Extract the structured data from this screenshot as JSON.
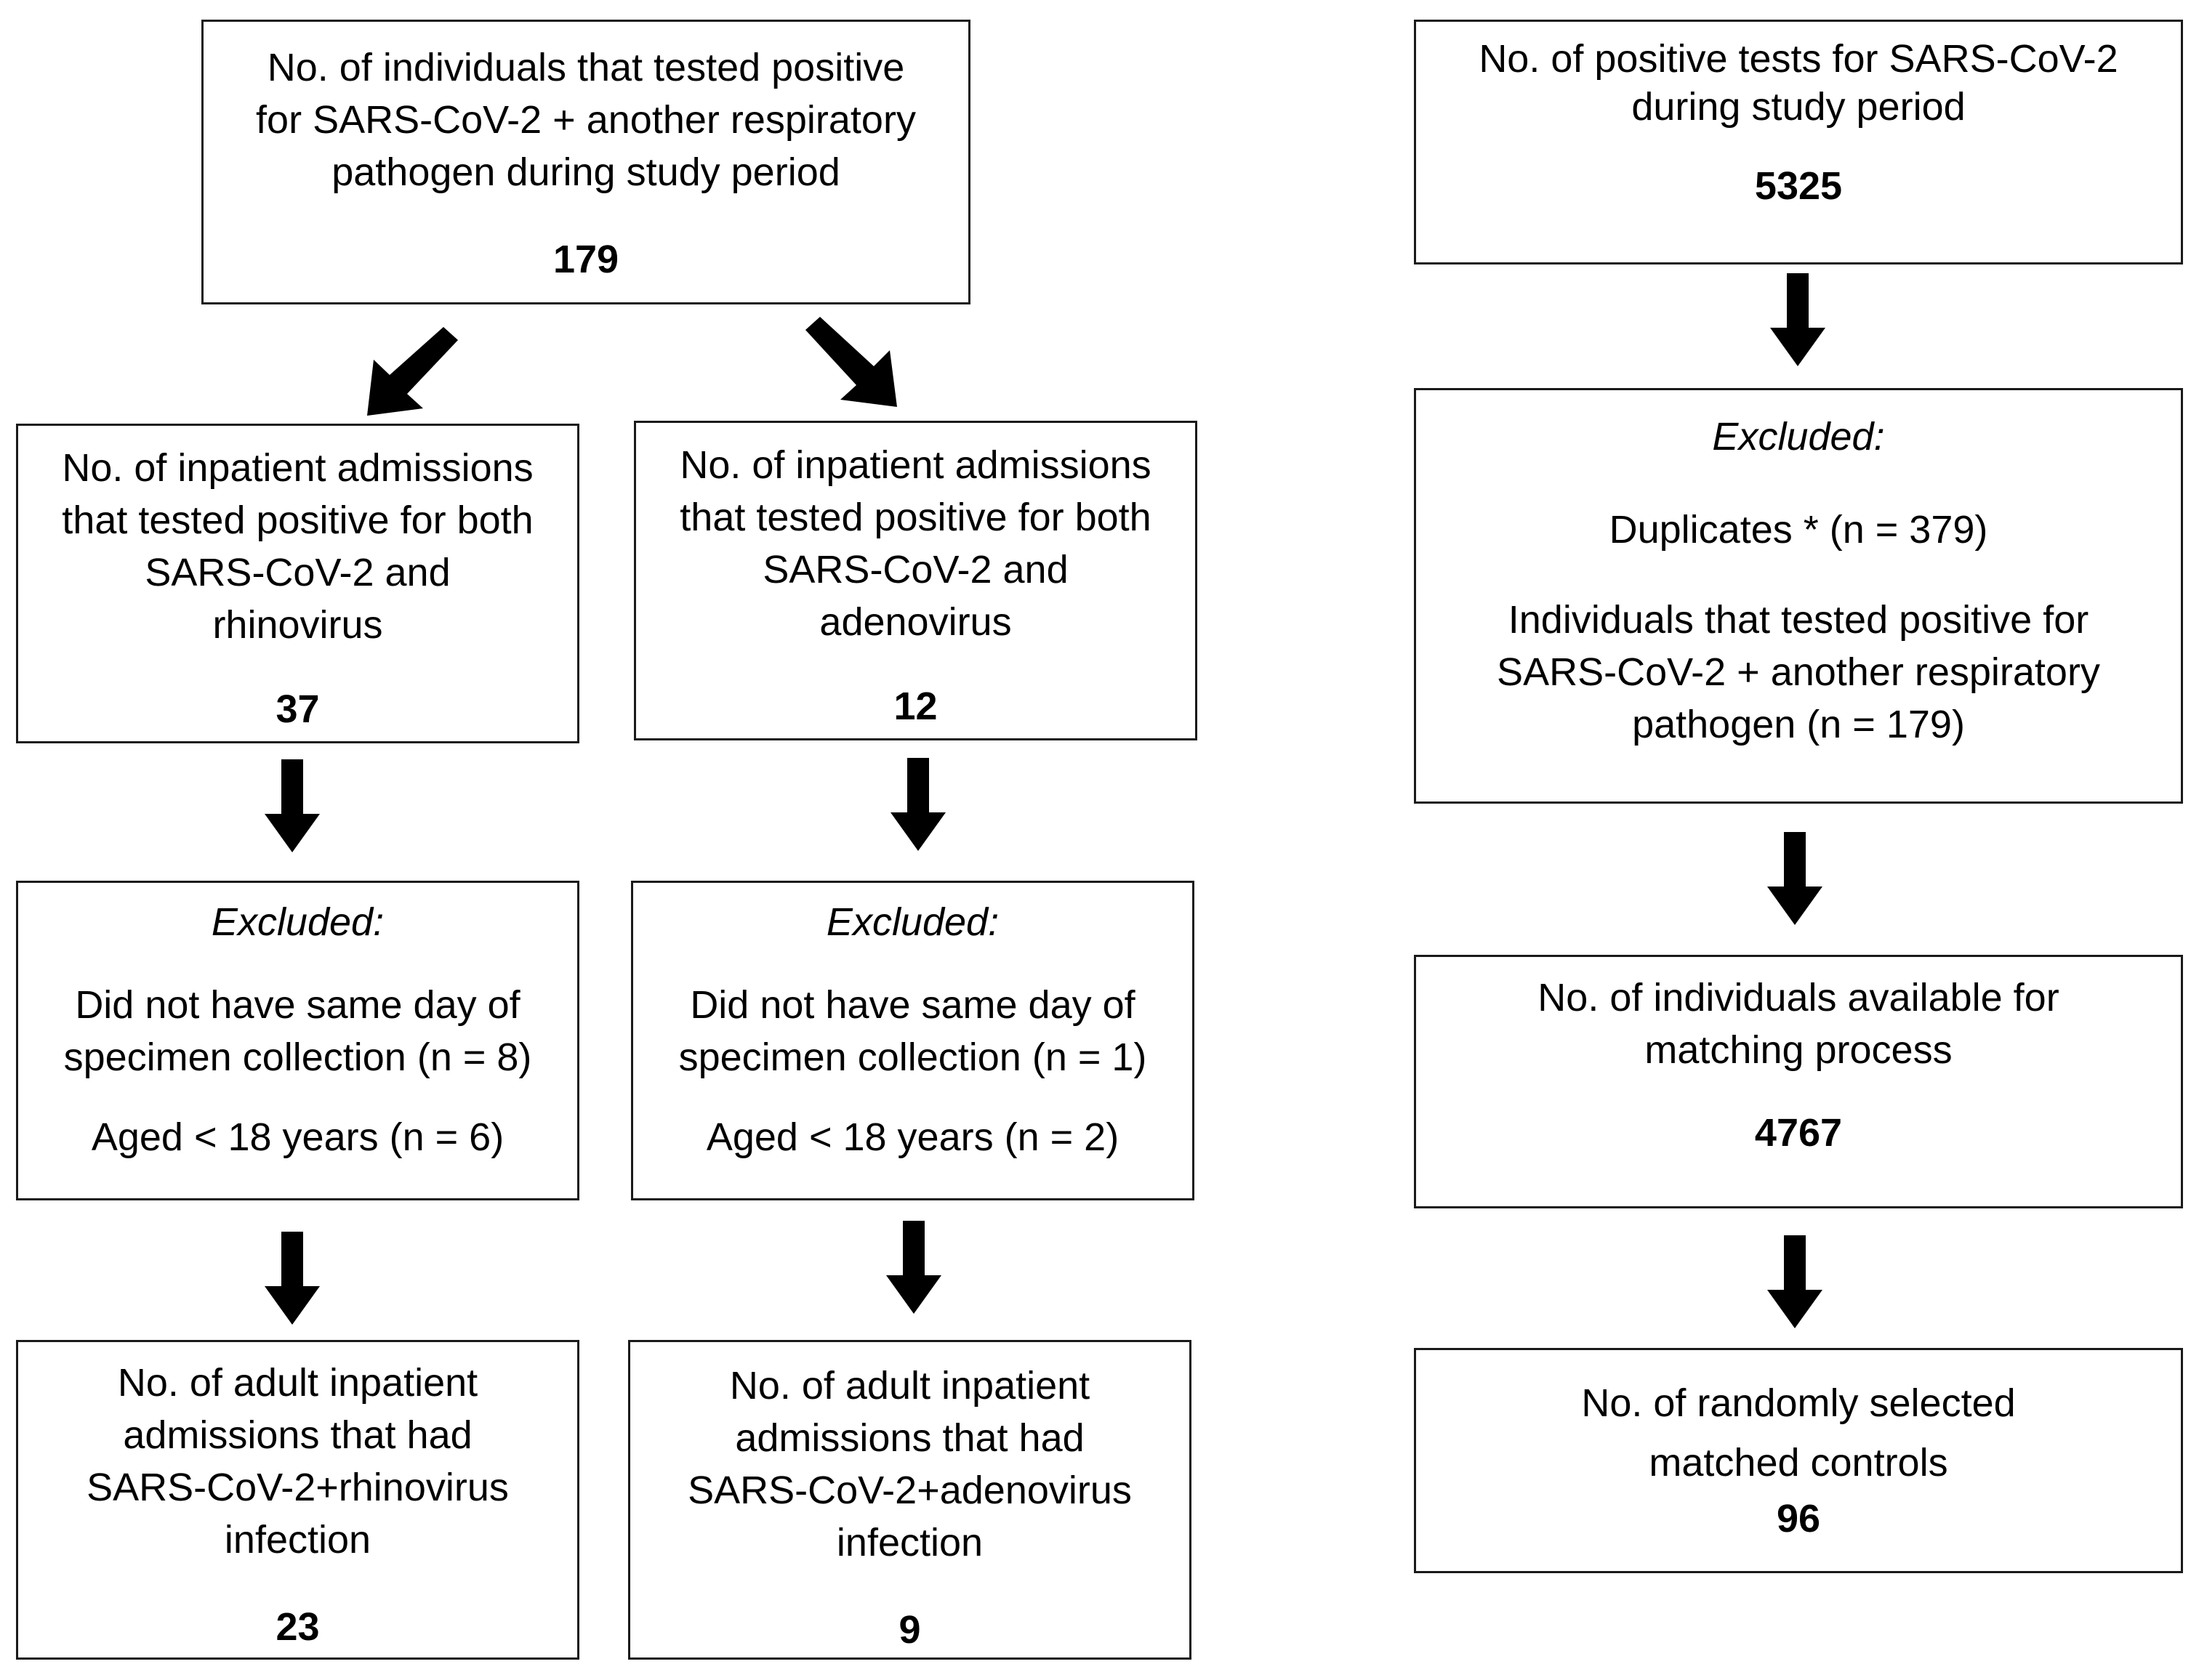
{
  "left_column": {
    "top": {
      "lines": [
        "No. of individuals that tested positive",
        "for SARS-CoV-2 + another respiratory",
        "pathogen during study period"
      ],
      "count": "179"
    },
    "rhino": {
      "admissions": {
        "lines": [
          "No. of inpatient admissions",
          "that tested positive for both",
          "SARS-CoV-2 and",
          "rhinovirus"
        ],
        "count": "37"
      },
      "excluded": {
        "heading": "Excluded:",
        "item1_lines": [
          "Did not have same day of",
          "specimen collection (n = 8)"
        ],
        "item2": "Aged < 18 years (n = 6)"
      },
      "final": {
        "lines": [
          "No. of adult inpatient",
          "admissions that had",
          "SARS-CoV-2+rhinovirus",
          "infection"
        ],
        "count": "23"
      }
    },
    "adeno": {
      "admissions": {
        "lines": [
          "No. of inpatient admissions",
          "that tested positive for both",
          "SARS-CoV-2 and",
          "adenovirus"
        ],
        "count": "12"
      },
      "excluded": {
        "heading": "Excluded:",
        "item1_lines": [
          "Did not have same day of",
          "specimen collection (n = 1)"
        ],
        "item2": "Aged < 18 years (n = 2)"
      },
      "final": {
        "lines": [
          "No. of adult inpatient",
          "admissions that had",
          "SARS-CoV-2+adenovirus",
          "infection"
        ],
        "count": "9"
      }
    }
  },
  "right_column": {
    "top": {
      "lines": [
        "No. of positive tests for SARS-CoV-2",
        "during study period"
      ],
      "count": "5325"
    },
    "excluded": {
      "heading": "Excluded:",
      "item1": "Duplicates * (n = 379)",
      "item2_lines": [
        "Individuals that tested positive for",
        "SARS-CoV-2 + another respiratory",
        "pathogen (n = 179)"
      ]
    },
    "available": {
      "lines": [
        "No. of individuals available for",
        "matching process"
      ],
      "count": "4767"
    },
    "controls": {
      "lines": [
        "No. of randomly selected",
        "matched controls"
      ],
      "count": "96"
    }
  }
}
